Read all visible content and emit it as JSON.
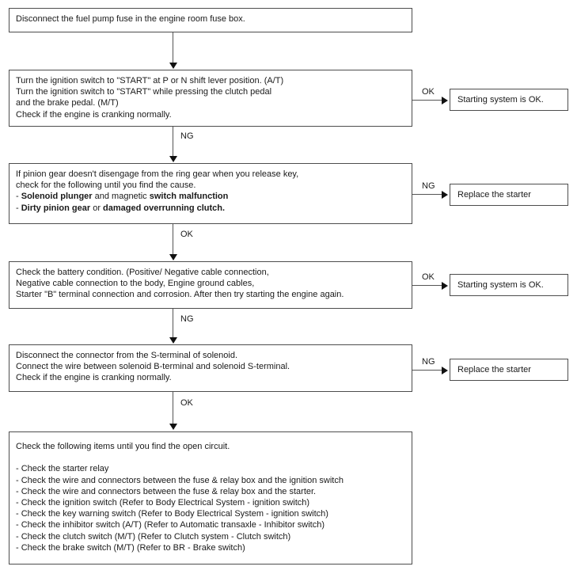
{
  "diagram": {
    "title": "Starting System Troubleshooting Flowchart",
    "colors": {
      "box_border": "#4d4d4d",
      "connector": "#555555",
      "arrow_head": "#111111",
      "text": "#1a1a1a",
      "background": "#ffffff"
    },
    "steps": [
      {
        "id": "step-1-disconnect-fuel-pump-fuse",
        "lines": [
          {
            "text": "Disconnect the fuel pump fuse in the engine room fuse box."
          }
        ]
      },
      {
        "id": "step-2-ignition-start",
        "lines": [
          {
            "text": "Turn the ignition switch to \"START\" at P or N shift lever position. (A/T)"
          },
          {
            "text": "Turn the ignition switch to \"START\" while pressing the clutch pedal"
          },
          {
            "text": "and the brake pedal. (M/T)"
          },
          {
            "text": "Check if the engine is cranking normally."
          }
        ]
      },
      {
        "id": "step-3-pinion-gear",
        "lines": [
          {
            "text": "If pinion gear doesn't disengage from the ring gear when you release key,"
          },
          {
            "text": "check for the following until you find the cause."
          },
          {
            "segments": [
              {
                "text": "- ",
                "bold": false
              },
              {
                "text": "Solenoid plunger",
                "bold": true
              },
              {
                "text": " and magnetic ",
                "bold": false
              },
              {
                "text": "switch malfunction",
                "bold": true
              }
            ]
          },
          {
            "segments": [
              {
                "text": "- ",
                "bold": false
              },
              {
                "text": "Dirty pinion gear",
                "bold": true
              },
              {
                "text": " or ",
                "bold": false
              },
              {
                "text": "damaged overrunning clutch.",
                "bold": true
              }
            ]
          }
        ]
      },
      {
        "id": "step-4-battery-condition",
        "lines": [
          {
            "text": "Check the battery condition. (Positive/ Negative cable connection,"
          },
          {
            "text": "Negative cable connection to the body, Engine ground cables,"
          },
          {
            "text": "Starter \"B\" terminal connection and corrosion. After then try starting the engine again."
          }
        ]
      },
      {
        "id": "step-5-solenoid-s-terminal",
        "lines": [
          {
            "text": "Disconnect the connector from the S-terminal of solenoid."
          },
          {
            "text": "Connect the wire between solenoid B-terminal and solenoid S-terminal."
          },
          {
            "text": "Check if the engine is cranking normally."
          }
        ]
      },
      {
        "id": "step-6-open-circuit-checklist",
        "lines": [
          {
            "text": "Check the following items until you find the open circuit."
          },
          {
            "spacer": true
          },
          {
            "text": "- Check the starter relay"
          },
          {
            "text": "- Check the wire and connectors between the fuse & relay box and the ignition switch"
          },
          {
            "text": "- Check the wire and connectors between the fuse & relay box and the starter."
          },
          {
            "text": "- Check the ignition switch (Refer to Body Electrical System - ignition switch)"
          },
          {
            "text": "- Check the key warning switch (Refer to Body Electrical System - ignition switch)"
          },
          {
            "text": "- Check the inhibitor switch (A/T) (Refer to Automatic transaxle - Inhibitor switch)"
          },
          {
            "text": "- Check the clutch switch (M/T) (Refer to Clutch system - Clutch switch)"
          },
          {
            "text": "- Check the brake switch (M/T) (Refer to BR - Brake switch)"
          }
        ]
      }
    ],
    "terminals": [
      {
        "id": "terminal-starting-system-ok-1",
        "text": "Starting system is OK."
      },
      {
        "id": "terminal-replace-starter-1",
        "text": "Replace the starter"
      },
      {
        "id": "terminal-starting-system-ok-2",
        "text": "Starting system is OK."
      },
      {
        "id": "terminal-replace-starter-2",
        "text": "Replace the starter"
      }
    ],
    "branch_labels": {
      "step2_right": "OK",
      "step2_down": "NG",
      "step3_right": "NG",
      "step3_down": "OK",
      "step4_right": "OK",
      "step4_down": "NG",
      "step5_right": "NG",
      "step5_down": "OK"
    }
  }
}
